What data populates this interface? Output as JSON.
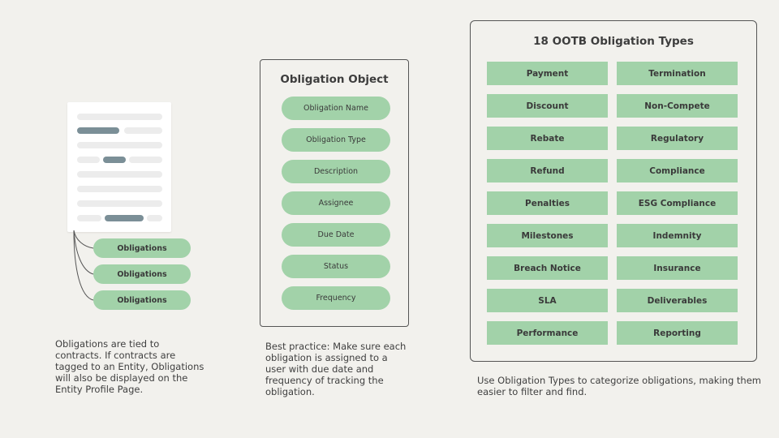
{
  "left": {
    "tags": [
      "Obligations",
      "Obligations",
      "Obligations"
    ],
    "caption": [
      "Obligations are tied to",
      "contracts. If contracts are",
      "tagged to an Entity, Obligations",
      "will also be displayed on the",
      "Entity Profile Page."
    ]
  },
  "object": {
    "title": "Obligation Object",
    "fields": [
      "Obligation Name",
      "Obligation Type",
      "Description",
      "Assignee",
      "Due Date",
      "Status",
      "Frequency"
    ],
    "caption": [
      "Best practice: Make sure each",
      "obligation is assigned to a",
      "user with due date and",
      "frequency of tracking the",
      "obligation."
    ]
  },
  "types": {
    "title": "18 OOTB Obligation Types",
    "left_column": [
      "Payment",
      "Discount",
      "Rebate",
      "Refund",
      "Penalties",
      "Milestones",
      "Breach Notice",
      "SLA",
      "Performance"
    ],
    "right_column": [
      "Termination",
      "Non-Compete",
      "Regulatory",
      "Compliance",
      "ESG Compliance",
      "Indemnity",
      "Insurance",
      "Deliverables",
      "Reporting"
    ],
    "caption": [
      "Use Obligation Types to categorize obligations, making them",
      "easier to filter and find."
    ]
  },
  "colors": {
    "background": "#f2f1ed",
    "pill_green": "#a2d2a9",
    "doc_dark_bar": "#7b8f97"
  }
}
